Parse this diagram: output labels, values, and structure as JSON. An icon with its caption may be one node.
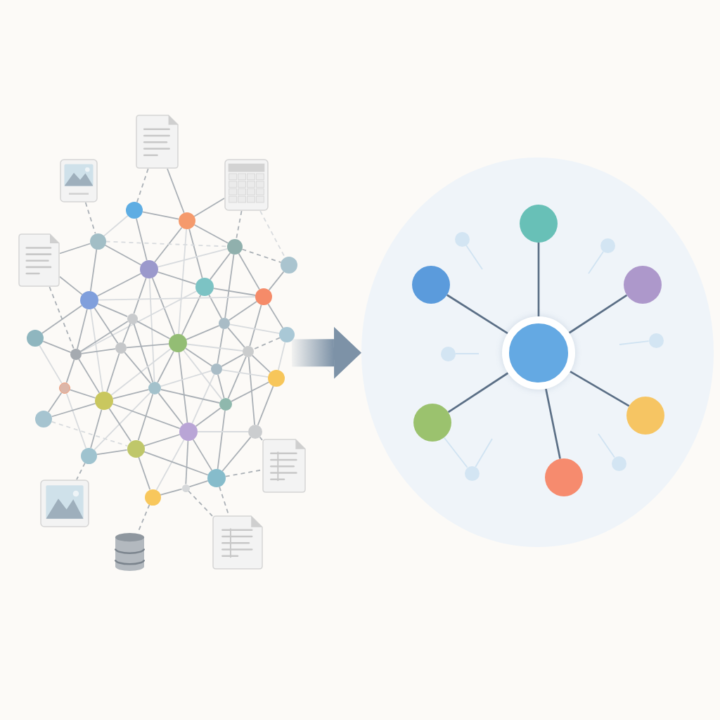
{
  "diagram": {
    "nodes": [
      {
        "text": [],
        "shape": "picture"
      },
      {
        "text": [],
        "shape": "picture"
      },
      {
        "text": [],
        "shape": "picture"
      },
      {
        "text": [],
        "shape": "circle"
      },
      {
        "text": [],
        "shape": "circle"
      },
      {
        "text": [],
        "shape": "circle"
      },
      {
        "text": [],
        "shape": "circle"
      },
      {
        "text": [],
        "shape": "picture"
      },
      {
        "text": [],
        "shape": "circle"
      },
      {
        "text": [],
        "shape": "circle"
      },
      {
        "text": [],
        "shape": "circle"
      },
      {
        "text": [],
        "shape": "circle"
      },
      {
        "text": [],
        "shape": "circle"
      },
      {
        "text": [],
        "shape": "circle"
      },
      {
        "text": [],
        "shape": "circle"
      },
      {
        "text": [],
        "shape": "circle"
      },
      {
        "text": [],
        "shape": "circle"
      },
      {
        "text": [],
        "shape": "circle"
      },
      {
        "text": [],
        "shape": "circle"
      },
      {
        "text": [],
        "shape": "circle"
      },
      {
        "text": [],
        "shape": "circle"
      },
      {
        "text": [],
        "shape": "circle"
      },
      {
        "text": [],
        "shape": "circle"
      },
      {
        "text": [],
        "shape": "circle"
      },
      {
        "text": [],
        "shape": "circle"
      },
      {
        "text": [],
        "shape": "circle"
      },
      {
        "text": [],
        "shape": "circle"
      },
      {
        "text": [],
        "shape": "circle"
      },
      {
        "text": [],
        "shape": "circle"
      },
      {
        "text": [],
        "shape": "circle"
      },
      {
        "text": [],
        "shape": "circle"
      },
      {
        "text": [],
        "shape": "circle"
      },
      {
        "text": [],
        "shape": "picture"
      },
      {
        "text": [],
        "shape": "circle"
      },
      {
        "text": [],
        "shape": "circle"
      },
      {
        "text": [],
        "shape": "circle"
      },
      {
        "text": [],
        "shape": "picture"
      },
      {
        "text": [],
        "shape": "picture"
      },
      {
        "text": [],
        "shape": "cylinder"
      },
      {
        "text": [],
        "shape": "circle"
      },
      {
        "text": [],
        "shape": "circle",
        "in": 39
      },
      {
        "text": [],
        "shape": "circle",
        "in": 39
      },
      {
        "text": [],
        "shape": "circle",
        "in": 39
      },
      {
        "text": [],
        "shape": "circle",
        "in": 39
      },
      {
        "text": [],
        "shape": "circle",
        "in": 39
      },
      {
        "text": [],
        "shape": "circle",
        "in": 39
      },
      {
        "text": [],
        "shape": "circle",
        "in": 39
      },
      {
        "text": [],
        "shape": "circle",
        "in": 39
      },
      {
        "text": [],
        "shape": "circle",
        "in": 39
      },
      {
        "text": [],
        "shape": "circle",
        "in": 39
      },
      {
        "text": [],
        "shape": "circle",
        "in": 39
      },
      {
        "text": [],
        "shape": "circle",
        "in": 39
      },
      {
        "text": [],
        "shape": "circle",
        "in": 39
      }
    ],
    "edges": [
      {
        "from": 0,
        "to": 3,
        "arrow": "none",
        "style": "dashed"
      },
      {
        "from": 0,
        "to": 4,
        "arrow": "none"
      },
      {
        "from": 1,
        "to": 5,
        "arrow": "none",
        "style": "dashed"
      },
      {
        "from": 2,
        "to": 4,
        "arrow": "none"
      },
      {
        "from": 2,
        "to": 6,
        "arrow": "none",
        "style": "dashed"
      },
      {
        "from": 2,
        "to": 8,
        "arrow": "none",
        "style": "dashed",
        "color": "#d8dbde"
      },
      {
        "from": 3,
        "to": 4,
        "arrow": "none"
      },
      {
        "from": 3,
        "to": 5,
        "arrow": "none",
        "color": "#d8dbde"
      },
      {
        "from": 3,
        "to": 9,
        "arrow": "none"
      },
      {
        "from": 4,
        "to": 6,
        "arrow": "none"
      },
      {
        "from": 4,
        "to": 9,
        "arrow": "none"
      },
      {
        "from": 4,
        "to": 10,
        "arrow": "none"
      },
      {
        "from": 4,
        "to": 17,
        "arrow": "none",
        "color": "#d8dbde"
      },
      {
        "from": 5,
        "to": 6,
        "arrow": "none",
        "style": "dashed",
        "color": "#d8dbde"
      },
      {
        "from": 5,
        "to": 7,
        "arrow": "none"
      },
      {
        "from": 5,
        "to": 9,
        "arrow": "none"
      },
      {
        "from": 5,
        "to": 12,
        "arrow": "none"
      },
      {
        "from": 6,
        "to": 8,
        "arrow": "none",
        "style": "dashed"
      },
      {
        "from": 6,
        "to": 9,
        "arrow": "none",
        "color": "#d8dbde"
      },
      {
        "from": 6,
        "to": 10,
        "arrow": "none"
      },
      {
        "from": 6,
        "to": 11,
        "arrow": "none"
      },
      {
        "from": 6,
        "to": 14,
        "arrow": "none"
      },
      {
        "from": 7,
        "to": 12,
        "arrow": "none"
      },
      {
        "from": 7,
        "to": 20,
        "arrow": "none",
        "style": "dashed"
      },
      {
        "from": 8,
        "to": 11,
        "arrow": "none"
      },
      {
        "from": 9,
        "to": 10,
        "arrow": "none"
      },
      {
        "from": 9,
        "to": 12,
        "arrow": "none"
      },
      {
        "from": 9,
        "to": 13,
        "arrow": "none"
      },
      {
        "from": 9,
        "to": 17,
        "arrow": "none"
      },
      {
        "from": 9,
        "to": 23,
        "arrow": "none",
        "color": "#d8dbde"
      },
      {
        "from": 10,
        "to": 11,
        "arrow": "none"
      },
      {
        "from": 10,
        "to": 14,
        "arrow": "none"
      },
      {
        "from": 10,
        "to": 17,
        "arrow": "none"
      },
      {
        "from": 10,
        "to": 20,
        "arrow": "none",
        "color": "#d8dbde"
      },
      {
        "from": 11,
        "to": 12,
        "arrow": "none",
        "color": "#d8dbde"
      },
      {
        "from": 11,
        "to": 14,
        "arrow": "none"
      },
      {
        "from": 11,
        "to": 15,
        "arrow": "none"
      },
      {
        "from": 11,
        "to": 19,
        "arrow": "none"
      },
      {
        "from": 12,
        "to": 13,
        "arrow": "none"
      },
      {
        "from": 12,
        "to": 16,
        "arrow": "none"
      },
      {
        "from": 12,
        "to": 18,
        "arrow": "none"
      },
      {
        "from": 12,
        "to": 20,
        "arrow": "none"
      },
      {
        "from": 12,
        "to": 25,
        "arrow": "none",
        "color": "#d8dbde"
      },
      {
        "from": 13,
        "to": 17,
        "arrow": "none"
      },
      {
        "from": 13,
        "to": 18,
        "arrow": "none"
      },
      {
        "from": 13,
        "to": 20,
        "arrow": "none"
      },
      {
        "from": 13,
        "to": 23,
        "arrow": "none"
      },
      {
        "from": 14,
        "to": 15,
        "arrow": "none",
        "color": "#d8dbde"
      },
      {
        "from": 14,
        "to": 17,
        "arrow": "none"
      },
      {
        "from": 14,
        "to": 19,
        "arrow": "none"
      },
      {
        "from": 14,
        "to": 21,
        "arrow": "none"
      },
      {
        "from": 15,
        "to": 19,
        "arrow": "none",
        "style": "dashed"
      },
      {
        "from": 15,
        "to": 22,
        "arrow": "none",
        "color": "#d8dbde"
      },
      {
        "from": 16,
        "to": 20,
        "arrow": "none"
      },
      {
        "from": 16,
        "to": 24,
        "arrow": "none",
        "color": "#d8dbde"
      },
      {
        "from": 17,
        "to": 18,
        "arrow": "none"
      },
      {
        "from": 17,
        "to": 19,
        "arrow": "none",
        "color": "#d8dbde"
      },
      {
        "from": 17,
        "to": 21,
        "arrow": "none"
      },
      {
        "from": 17,
        "to": 23,
        "arrow": "none"
      },
      {
        "from": 17,
        "to": 25,
        "arrow": "none",
        "color": "#d8dbde"
      },
      {
        "from": 17,
        "to": 26,
        "arrow": "none",
        "color": "#d8dbde"
      },
      {
        "from": 17,
        "to": 28,
        "arrow": "none"
      },
      {
        "from": 18,
        "to": 20,
        "arrow": "none"
      },
      {
        "from": 18,
        "to": 23,
        "arrow": "none"
      },
      {
        "from": 18,
        "to": 25,
        "arrow": "none"
      },
      {
        "from": 19,
        "to": 21,
        "arrow": "none"
      },
      {
        "from": 19,
        "to": 22,
        "arrow": "none"
      },
      {
        "from": 19,
        "to": 26,
        "arrow": "none"
      },
      {
        "from": 19,
        "to": 29,
        "arrow": "none"
      },
      {
        "from": 20,
        "to": 24,
        "arrow": "none"
      },
      {
        "from": 20,
        "to": 25,
        "arrow": "none"
      },
      {
        "from": 21,
        "to": 22,
        "arrow": "none",
        "color": "#d8dbde"
      },
      {
        "from": 21,
        "to": 23,
        "arrow": "none",
        "color": "#d8dbde"
      },
      {
        "from": 21,
        "to": 26,
        "arrow": "none"
      },
      {
        "from": 21,
        "to": 28,
        "arrow": "none",
        "color": "#d8dbde"
      },
      {
        "from": 22,
        "to": 26,
        "arrow": "none"
      },
      {
        "from": 22,
        "to": 29,
        "arrow": "none"
      },
      {
        "from": 23,
        "to": 25,
        "arrow": "none"
      },
      {
        "from": 23,
        "to": 26,
        "arrow": "none"
      },
      {
        "from": 23,
        "to": 28,
        "arrow": "none"
      },
      {
        "from": 23,
        "to": 30,
        "arrow": "none"
      },
      {
        "from": 23,
        "to": 31,
        "arrow": "none",
        "color": "#d8dbde"
      },
      {
        "from": 24,
        "to": 25,
        "arrow": "none"
      },
      {
        "from": 24,
        "to": 27,
        "arrow": "none"
      },
      {
        "from": 24,
        "to": 31,
        "arrow": "none",
        "color": "#d8dbde"
      },
      {
        "from": 25,
        "to": 27,
        "arrow": "none"
      },
      {
        "from": 25,
        "to": 28,
        "arrow": "none"
      },
      {
        "from": 25,
        "to": 30,
        "arrow": "none"
      },
      {
        "from": 25,
        "to": 31,
        "arrow": "none"
      },
      {
        "from": 26,
        "to": 28,
        "arrow": "none"
      },
      {
        "from": 26,
        "to": 33,
        "arrow": "none"
      },
      {
        "from": 27,
        "to": 30,
        "arrow": "none",
        "style": "dashed",
        "color": "#d8dbde"
      },
      {
        "from": 28,
        "to": 29,
        "arrow": "none",
        "color": "#d8dbde"
      },
      {
        "from": 28,
        "to": 30,
        "arrow": "none"
      },
      {
        "from": 28,
        "to": 33,
        "arrow": "none"
      },
      {
        "from": 28,
        "to": 34,
        "arrow": "none"
      },
      {
        "from": 28,
        "to": 35,
        "arrow": "none",
        "color": "#d8dbde"
      },
      {
        "from": 29,
        "to": 32,
        "arrow": "none"
      },
      {
        "from": 29,
        "to": 33,
        "arrow": "none"
      },
      {
        "from": 30,
        "to": 31,
        "arrow": "none"
      },
      {
        "from": 30,
        "to": 33,
        "arrow": "none"
      },
      {
        "from": 30,
        "to": 35,
        "arrow": "none"
      },
      {
        "from": 31,
        "to": 36,
        "arrow": "none",
        "style": "dashed"
      },
      {
        "from": 33,
        "to": 32,
        "arrow": "none",
        "style": "dashed"
      },
      {
        "from": 33,
        "to": 34,
        "arrow": "none"
      },
      {
        "from": 33,
        "to": 37,
        "arrow": "none",
        "style": "dashed"
      },
      {
        "from": 34,
        "to": 35,
        "arrow": "none"
      },
      {
        "from": 34,
        "to": 37,
        "arrow": "none",
        "style": "dashed"
      },
      {
        "from": 35,
        "to": 38,
        "arrow": "none",
        "style": "dashed"
      },
      {
        "from": null,
        "to": 39,
        "arrow": "to",
        "style": "thick",
        "color": "#7d92a7"
      },
      {
        "from": 46,
        "to": 40,
        "arrow": "none",
        "color": "#5b6f86"
      },
      {
        "from": 46,
        "to": 43,
        "arrow": "none",
        "color": "#5b6f86"
      },
      {
        "from": 46,
        "to": 44,
        "arrow": "none",
        "color": "#5b6f86"
      },
      {
        "from": 46,
        "to": 48,
        "arrow": "none",
        "color": "#5b6f86"
      },
      {
        "from": 46,
        "to": 49,
        "arrow": "none",
        "color": "#5b6f86"
      },
      {
        "from": 46,
        "to": 52,
        "arrow": "none",
        "color": "#5b6f86"
      },
      {
        "from": 48,
        "to": 51,
        "arrow": "none",
        "color": "#d0e3f2"
      },
      {
        "from": 41,
        "to": null,
        "arrow": "none",
        "color": "#d0e3f2"
      },
      {
        "from": 42,
        "to": null,
        "arrow": "none",
        "color": "#d0e3f2"
      },
      {
        "from": 45,
        "to": null,
        "arrow": "none",
        "color": "#d0e3f2"
      },
      {
        "from": 47,
        "to": null,
        "arrow": "none",
        "color": "#d0e3f2"
      },
      {
        "from": 50,
        "to": null,
        "arrow": "none",
        "color": "#d0e3f2"
      },
      {
        "from": 51,
        "to": null,
        "arrow": "none",
        "color": "#d0e3f2"
      }
    ]
  }
}
